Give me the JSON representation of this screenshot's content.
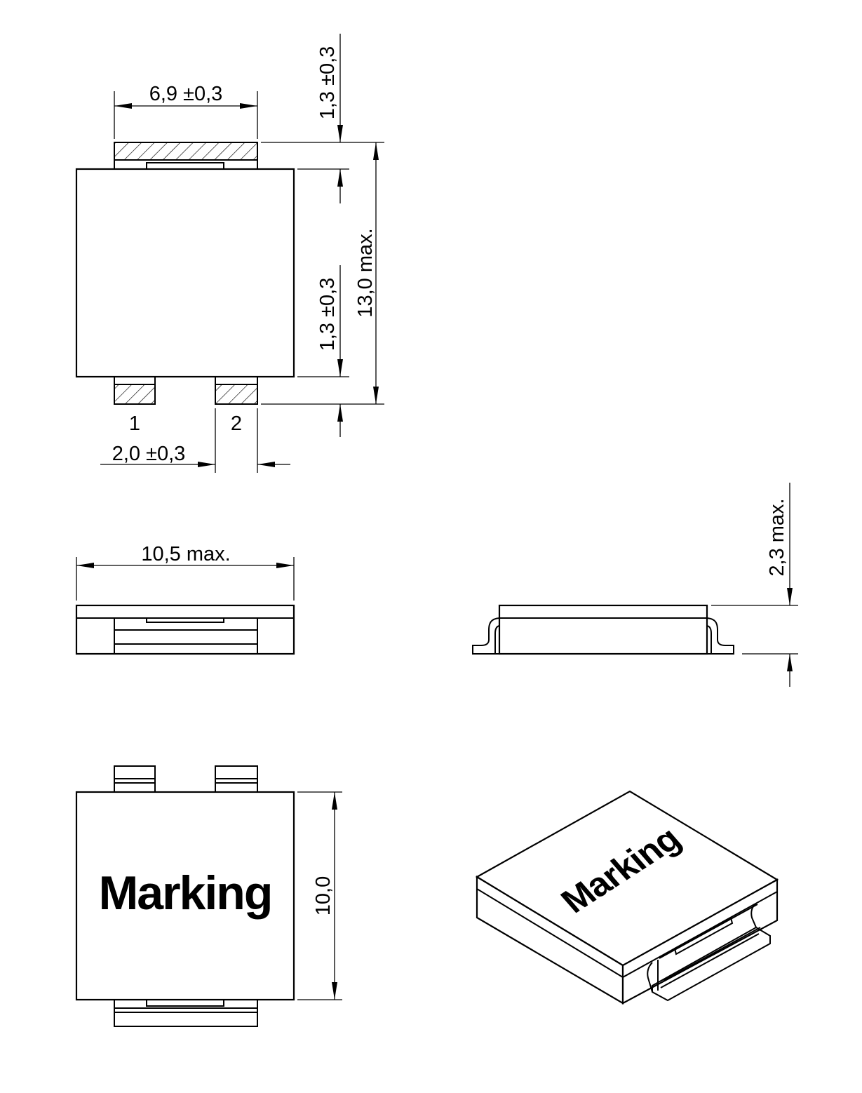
{
  "top_view": {
    "dim_width_terminal": "6,9  ±0,3",
    "dim_terminal_top": "1,3 ±0,3",
    "dim_terminal_bottom": "1,3 ±0,3",
    "dim_overall_length": "13,0  max.",
    "dim_pin_width": "2,0  ±0,3",
    "pin1_label": "1",
    "pin2_label": "2"
  },
  "front_view": {
    "dim_width": "10,5  max."
  },
  "side_view": {
    "dim_height": "2,3  max."
  },
  "bottom_view": {
    "marking_text": "Marking",
    "dim_length": "10,0"
  },
  "iso_view": {
    "marking_text": "Marking"
  }
}
